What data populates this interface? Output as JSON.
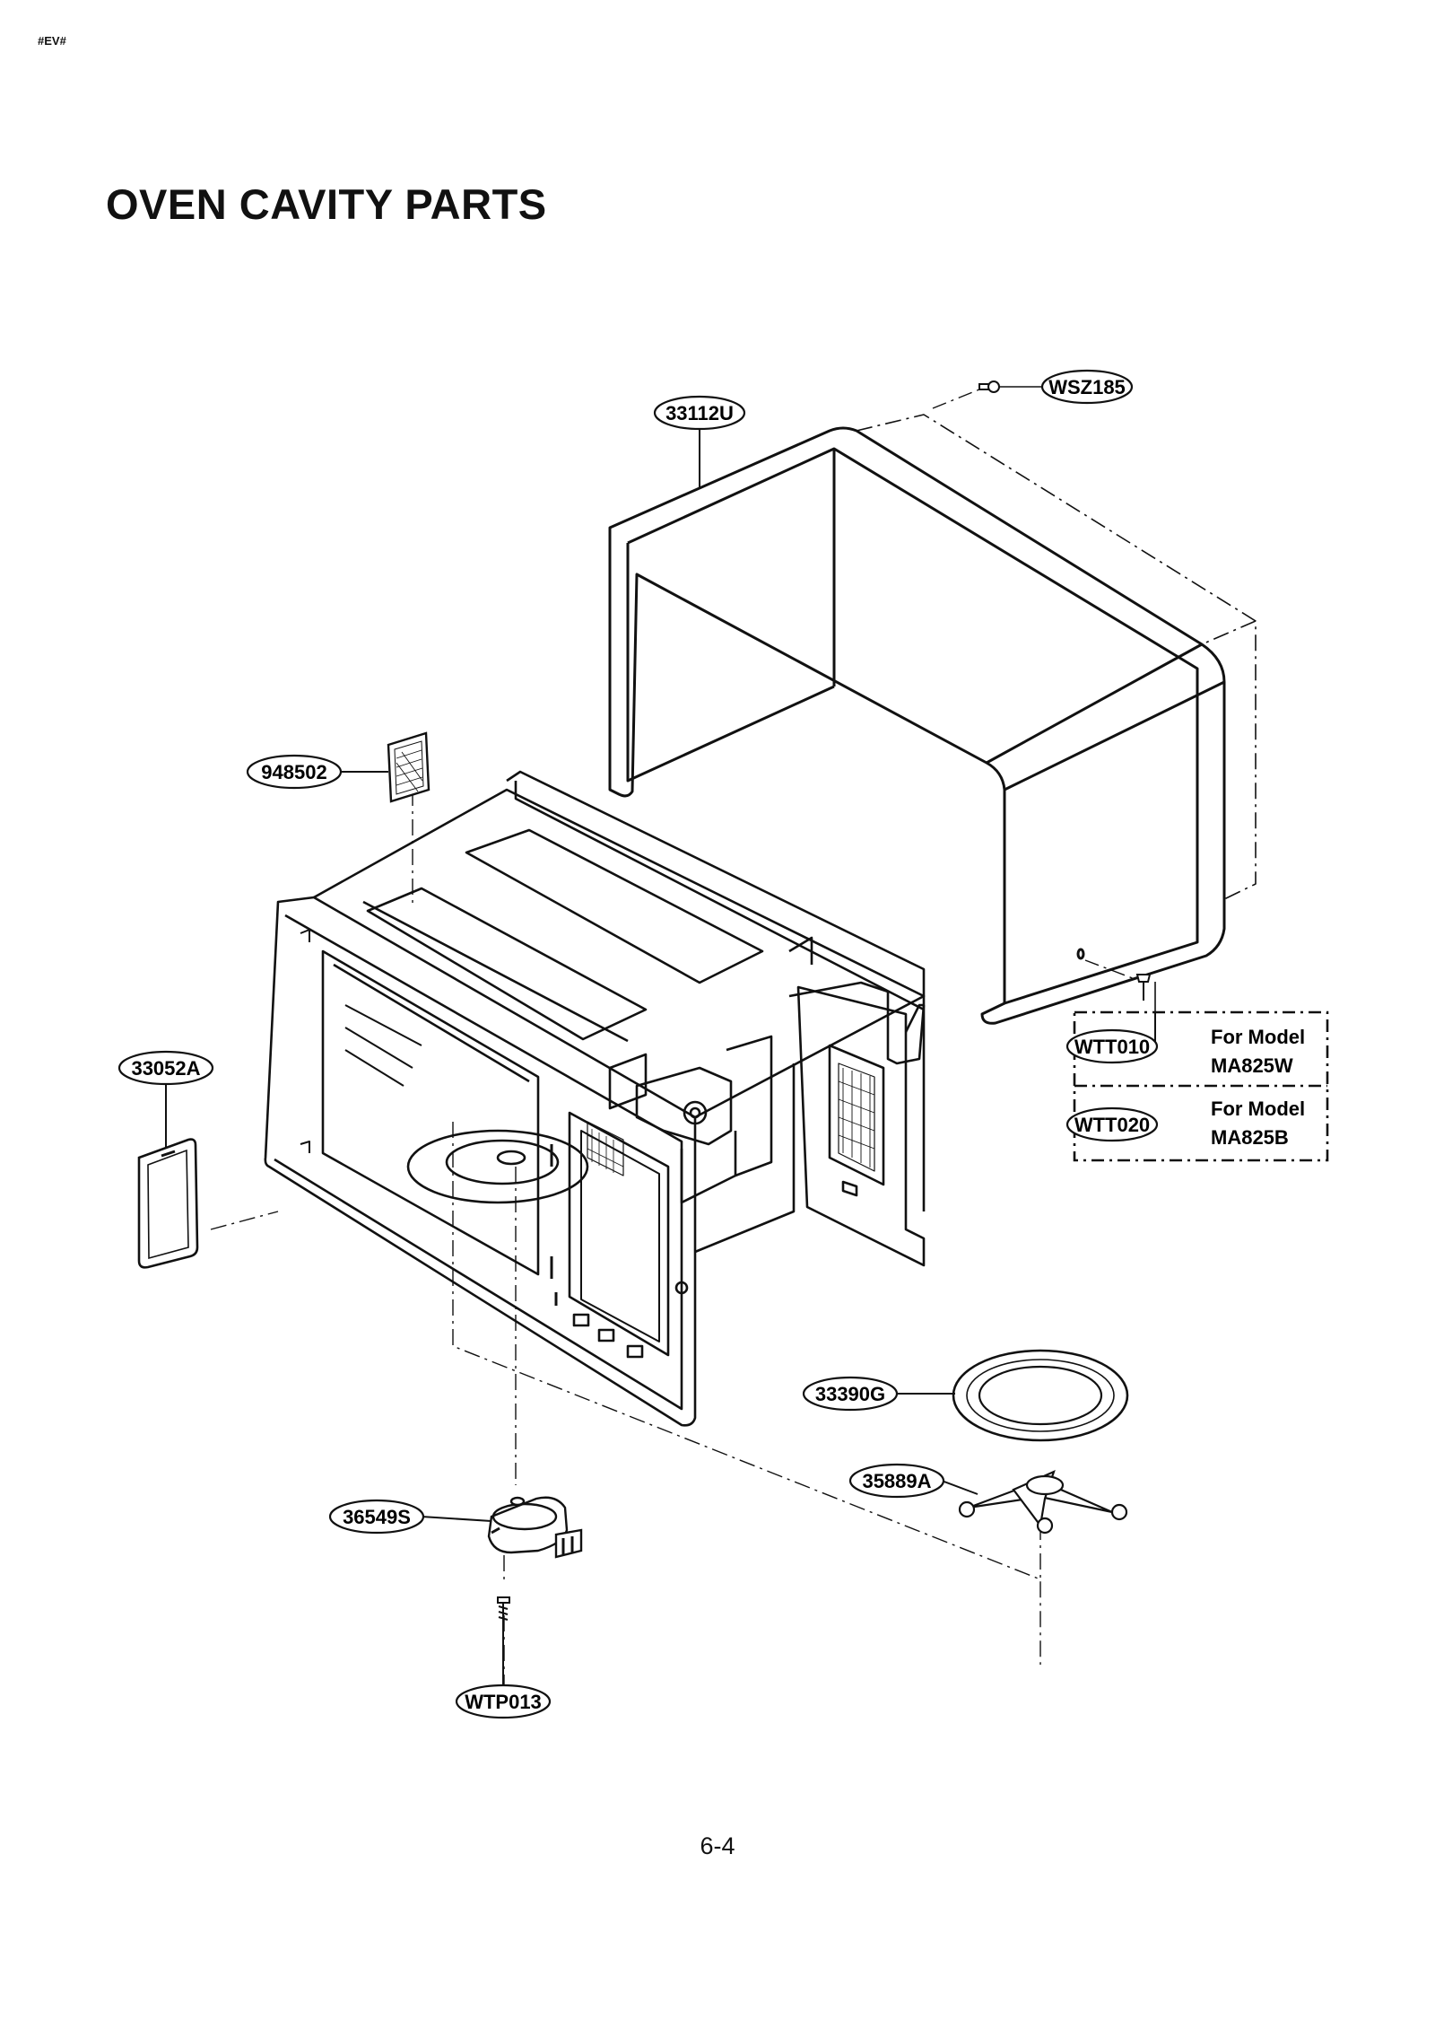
{
  "doc_code": "#EV#",
  "title": "OVEN CAVITY PARTS",
  "page_number": "6-4",
  "parts": {
    "wsz185": "WSZ185",
    "p33112u": "33112U",
    "p948502": "948502",
    "p33052a": "33052A",
    "wtt010": "WTT010",
    "wtt020": "WTT020",
    "p33390g": "33390G",
    "p35889a": "35889A",
    "p36549s": "36549S",
    "wtp013": "WTP013"
  },
  "model_notes": {
    "line1a": "For Model",
    "line1b": "MA825W",
    "line2a": "For Model",
    "line2b": "MA825B"
  }
}
